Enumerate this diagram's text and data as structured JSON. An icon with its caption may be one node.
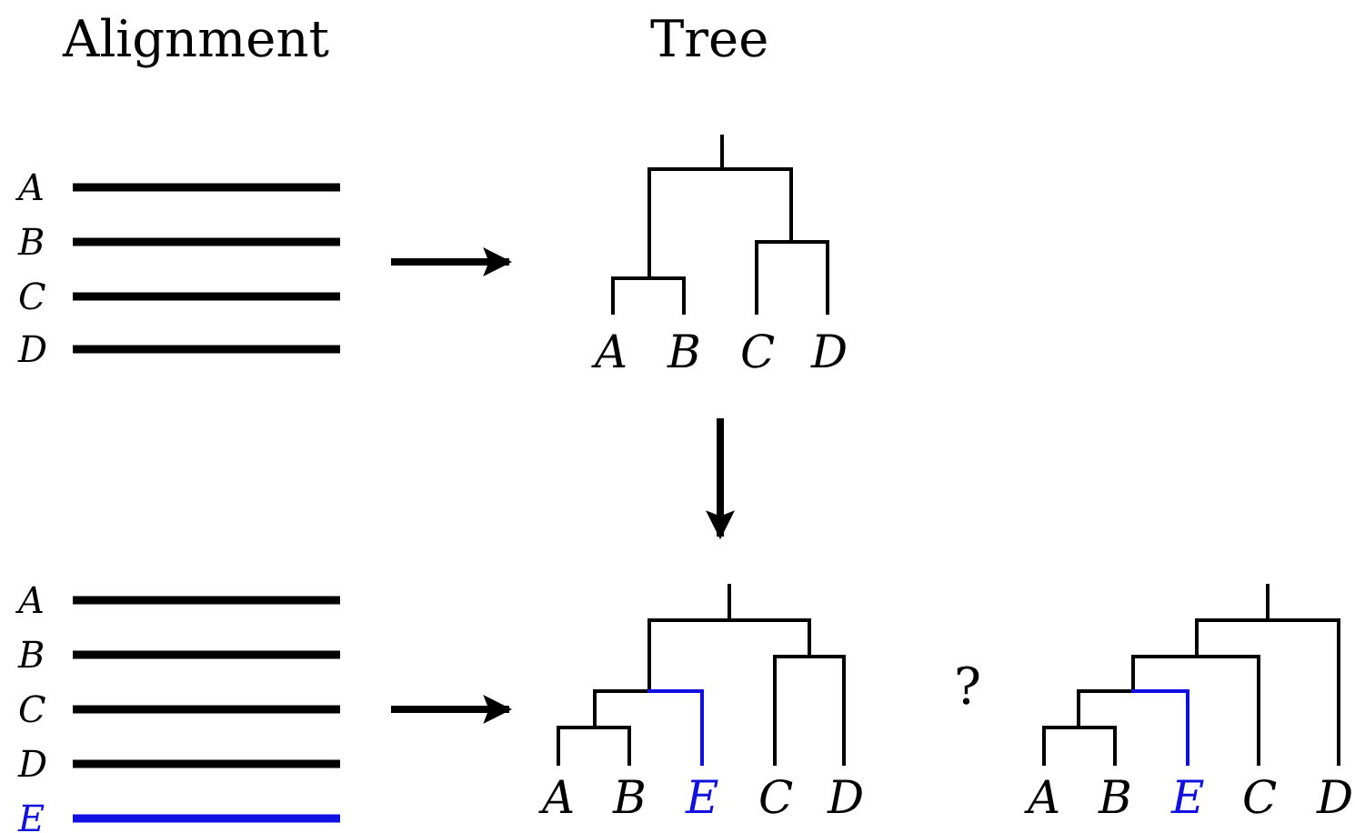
{
  "diagram": {
    "nodes": [
      {
        "text": [
          "A",
          "B",
          "C",
          "D"
        ]
      },
      {
        "text": [
          "A",
          "B",
          "C",
          "D"
        ]
      },
      {
        "text": [
          "A",
          "B",
          "C",
          "D",
          "E"
        ]
      },
      {
        "text": [
          "A",
          "B",
          "E",
          "C",
          "D"
        ]
      },
      {
        "text": [
          "A",
          "B",
          "E",
          "C",
          "D"
        ]
      }
    ],
    "edges": [
      {
        "from": 0,
        "to": 1,
        "arrow": "to"
      },
      {
        "from": 1,
        "to": 3,
        "arrow": "to"
      },
      {
        "from": 2,
        "to": 3,
        "arrow": "to"
      }
    ],
    "labels": [
      "Alignment",
      "Tree",
      "?"
    ]
  }
}
